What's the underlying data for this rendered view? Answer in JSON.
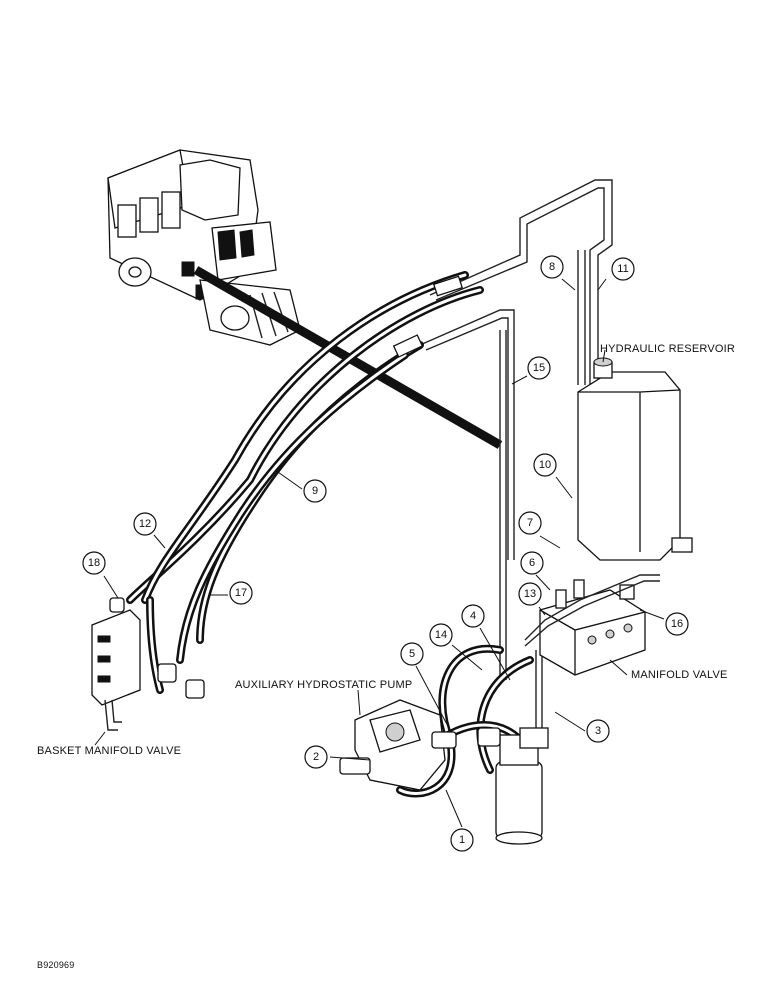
{
  "labels": {
    "hydraulic_reservoir": "HYDRAULIC RESERVOIR",
    "manifold_valve": "MANIFOLD VALVE",
    "auxiliary_hydrostatic_pump": "AUXILIARY HYDROSTATIC PUMP",
    "basket_manifold_valve": "BASKET MANIFOLD VALVE",
    "figure_code": "B920969"
  },
  "callouts": [
    {
      "id": "c1",
      "text": "1"
    },
    {
      "id": "c2",
      "text": "2"
    },
    {
      "id": "c3",
      "text": "3"
    },
    {
      "id": "c4",
      "text": "4"
    },
    {
      "id": "c5",
      "text": "5"
    },
    {
      "id": "c6",
      "text": "6"
    },
    {
      "id": "c7",
      "text": "7"
    },
    {
      "id": "c8",
      "text": "8"
    },
    {
      "id": "c9",
      "text": "9"
    },
    {
      "id": "c10",
      "text": "10"
    },
    {
      "id": "c11",
      "text": "11"
    },
    {
      "id": "c12",
      "text": "12"
    },
    {
      "id": "c13",
      "text": "13"
    },
    {
      "id": "c14",
      "text": "14"
    },
    {
      "id": "c15",
      "text": "15"
    },
    {
      "id": "c16",
      "text": "16"
    },
    {
      "id": "c17",
      "text": "17"
    },
    {
      "id": "c18",
      "text": "18"
    }
  ],
  "icons": {
    "machine": "cotton-picker-icon",
    "reservoir": "reservoir-tank-icon",
    "filter": "filter-canister-icon",
    "pump": "pump-icon",
    "manifold": "manifold-block-icon",
    "basket_manifold": "basket-manifold-icon"
  }
}
